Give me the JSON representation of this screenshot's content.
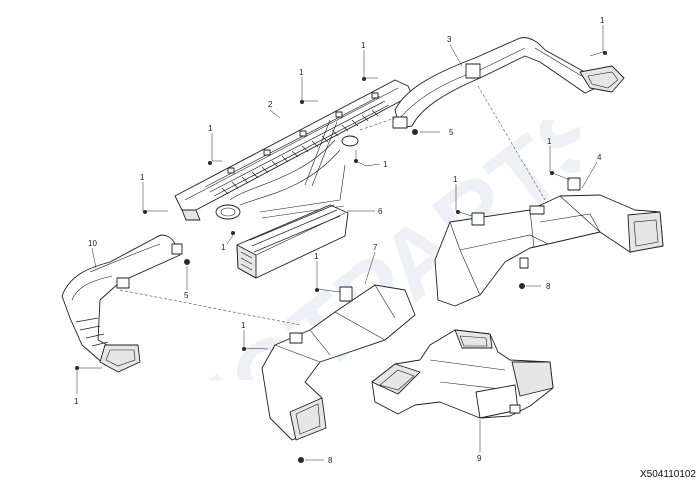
{
  "drawing_number": "X504110102",
  "watermark_text": "HOTPARTS",
  "callouts": {
    "c1": "1",
    "c2": "1",
    "c3": "1",
    "c4": "1",
    "c5": "1",
    "c6": "1",
    "c7": "1",
    "c8": "1",
    "c9": "1",
    "c10": "1",
    "c11": "1",
    "c12": "2",
    "c13": "3",
    "c14": "4",
    "c15": "5",
    "c16": "5",
    "c17": "6",
    "c18": "7",
    "c19": "8",
    "c20": "8",
    "c21": "9",
    "c22": "10"
  },
  "icons": {
    "screw": "screw-icon",
    "nut": "clip-nut-icon"
  }
}
